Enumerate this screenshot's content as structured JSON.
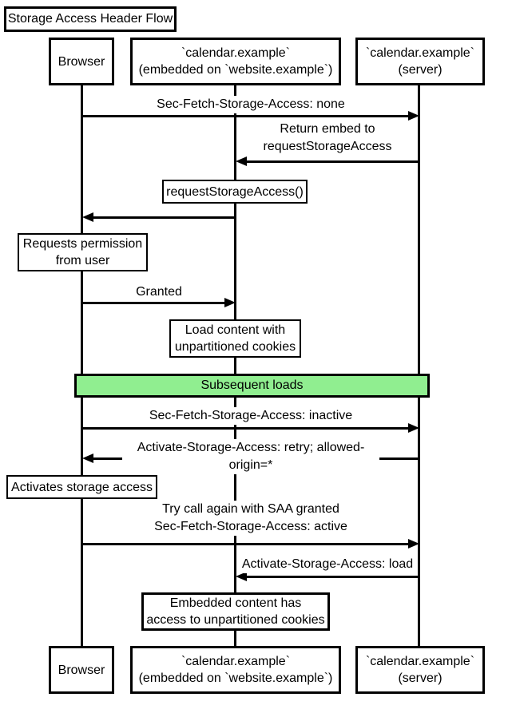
{
  "title": "Storage Access Header Flow",
  "colors": {
    "background": "#FFFFFF",
    "line": "#000000",
    "band_fill": "#90EE90",
    "note_fill": "#FFFFFF"
  },
  "participants": {
    "browser": {
      "label": "Browser"
    },
    "embed": {
      "label": "`calendar.example`\n(embedded on `website.example`)"
    },
    "server": {
      "label": "`calendar.example`\n(server)"
    }
  },
  "band": {
    "label": "Subsequent loads"
  },
  "messages": [
    {
      "from": "browser",
      "to": "server",
      "direction": "right",
      "label": "Sec-Fetch-Storage-Access: none"
    },
    {
      "from": "server",
      "to": "embed",
      "direction": "left",
      "label": "Return embed to\nrequestStorageAccess"
    },
    {
      "from": "embed",
      "to": "browser",
      "direction": "left",
      "label": ""
    },
    {
      "from": "browser",
      "to": "embed",
      "direction": "right",
      "label": "Granted"
    },
    {
      "from": "browser",
      "to": "server",
      "direction": "right",
      "label": "Sec-Fetch-Storage-Access: inactive"
    },
    {
      "from": "server",
      "to": "browser",
      "direction": "left",
      "label": "Activate-Storage-Access: retry; allowed-origin=*"
    },
    {
      "from": "browser",
      "to": "server",
      "direction": "right",
      "label": "Try call again with SAA granted\nSec-Fetch-Storage-Access: active"
    },
    {
      "from": "server",
      "to": "embed",
      "direction": "left",
      "label": "Activate-Storage-Access: load"
    }
  ],
  "notes": [
    {
      "over": "embed",
      "label": "requestStorageAccess()"
    },
    {
      "over": "browser",
      "label": "Requests permission\nfrom user"
    },
    {
      "over": "embed",
      "label": "Load content with\nunpartitioned cookies"
    },
    {
      "over": "browser",
      "label": "Activates storage access"
    },
    {
      "over": "embed",
      "label": "Embedded content has\naccess to unpartitioned cookies"
    }
  ]
}
